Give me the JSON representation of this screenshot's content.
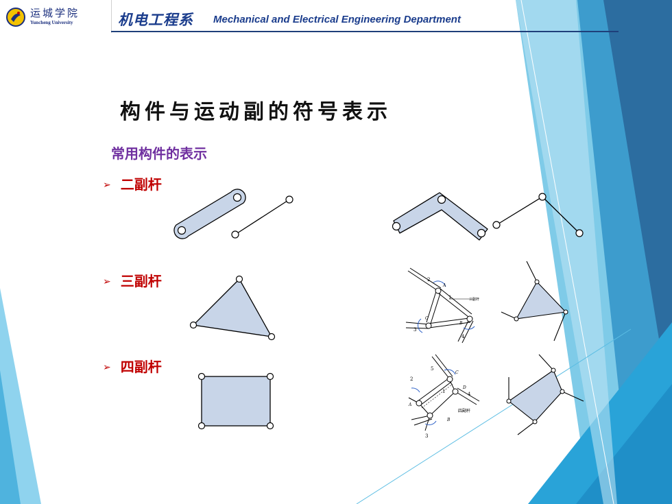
{
  "header": {
    "logo_cn": "运城学院",
    "logo_en": "Yuncheng University",
    "department_cn": "机电工程系",
    "department_en": "Mechanical and Electrical Engineering Department"
  },
  "slide": {
    "title": "构件与运动副的符号表示",
    "subtitle": "常用构件的表示",
    "bullets": [
      {
        "arrow": "➢",
        "label": "二副杆"
      },
      {
        "arrow": "➢",
        "label": "三副杆"
      },
      {
        "arrow": "➢",
        "label": "四副杆"
      }
    ]
  },
  "diagrams": {
    "three_pair": {
      "numbers": [
        "2",
        "1",
        "3",
        "4"
      ],
      "letters": [
        "A",
        "C",
        "B"
      ],
      "tag": "三副杆"
    },
    "four_pair": {
      "numbers": [
        "5",
        "2",
        "1",
        "4",
        "3"
      ],
      "letters": [
        "C",
        "D",
        "A",
        "B"
      ],
      "tag": "四副杆"
    }
  },
  "colors": {
    "accent_blue": "#1a3c8c",
    "subtitle_purple": "#7030a0",
    "bullet_red": "#c00000",
    "link_fill": "#c8d5e8"
  }
}
